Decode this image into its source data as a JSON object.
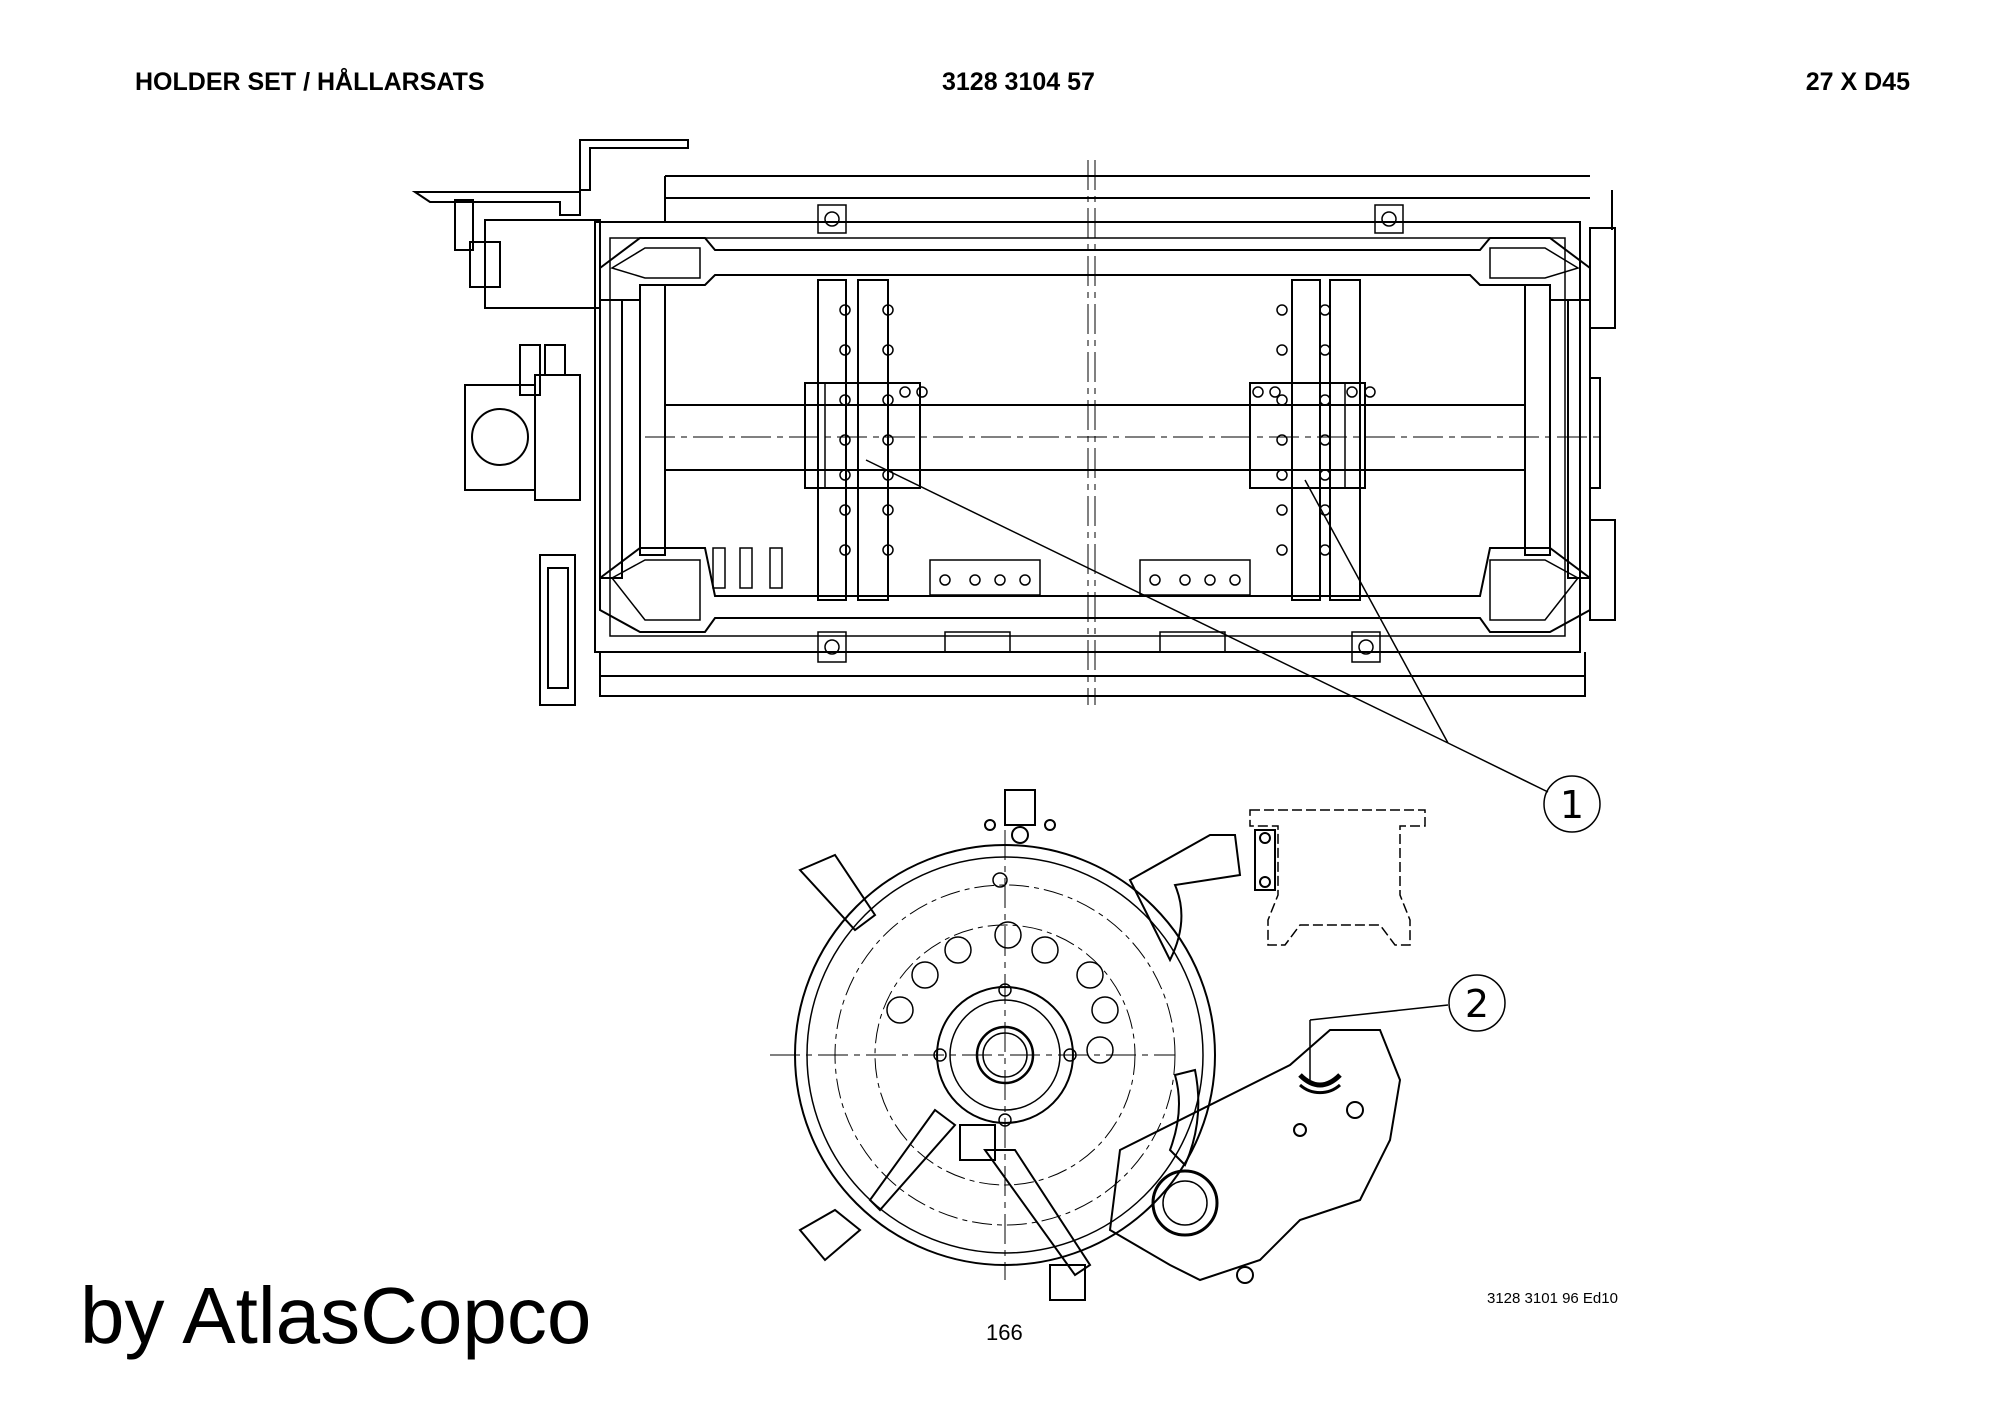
{
  "header": {
    "title": "HOLDER SET / HÅLLARSATS",
    "part_number": "3128 3104 57",
    "quantity_spec": "27 X D45"
  },
  "callouts": [
    {
      "label": "1"
    },
    {
      "label": "2"
    }
  ],
  "footer": {
    "page_number": "166",
    "document_reference": "3128 3101 96  Ed10",
    "watermark": "by AtlasCopco"
  }
}
